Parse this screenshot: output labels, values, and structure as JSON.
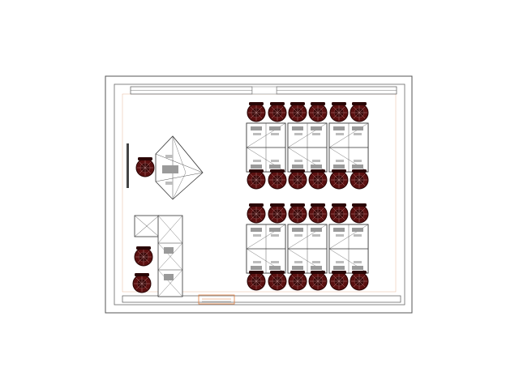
{
  "drawing": {
    "kind": "office-floor-plan",
    "colors": {
      "background": "#ffffff",
      "wall": "#444444",
      "inner_wall": "#666666",
      "chair": "#5a1010",
      "chair_dark": "#2a0606",
      "desk_line": "#333333",
      "monitor": "#9a9a9a",
      "accent": "#e07a3a"
    },
    "blocks": [
      {
        "name": "workstation-block-upper",
        "rows_of_chairs": 2,
        "chairs_per_row": 6,
        "desk_units": 3
      },
      {
        "name": "workstation-block-lower",
        "rows_of_chairs": 2,
        "chairs_per_row": 6,
        "desk_units": 3
      }
    ],
    "left_area": {
      "angled_desk_cluster": 1,
      "lone_chairs": 3,
      "side_desk_units": 2
    },
    "icons": [
      "office-chair-icon",
      "desk-icon",
      "monitor-icon",
      "window-icon",
      "door-icon"
    ]
  }
}
